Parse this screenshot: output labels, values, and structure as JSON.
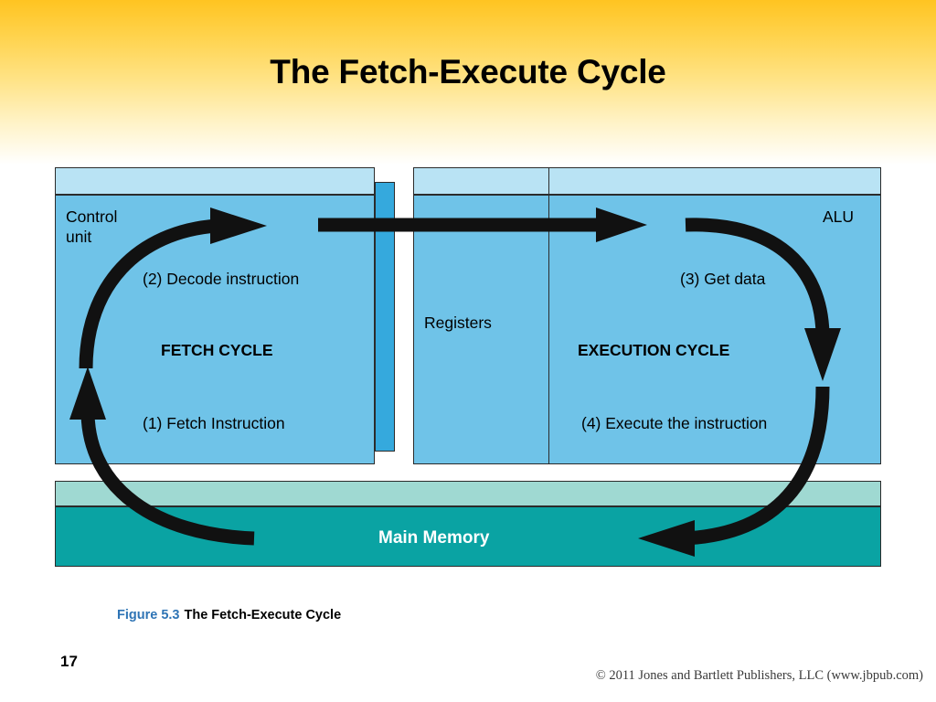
{
  "slide": {
    "title": "The Fetch-Execute Cycle",
    "page_number": "17",
    "copyright": "© 2011 Jones and Bartlett Publishers, LLC (www.jbpub.com)",
    "caption": {
      "figure_number": "Figure 5.3",
      "figure_text": "The Fetch-Execute Cycle"
    }
  },
  "diagram": {
    "labels": {
      "control_unit_line1": "Control",
      "control_unit_line2": "unit",
      "alu": "ALU",
      "registers": "Registers",
      "fetch_cycle": "FETCH CYCLE",
      "execution_cycle": "EXECUTION CYCLE",
      "step1": "(1) Fetch Instruction",
      "step2": "(2) Decode instruction",
      "step3": "(3) Get data",
      "step4": "(4) Execute the instruction",
      "main_memory": "Main Memory"
    },
    "colors": {
      "cpu_front": "#6fc3e8",
      "cpu_top": "#b9e3f4",
      "cpu_side": "#35a9dd",
      "memory_front": "#0aa3a3",
      "memory_top": "#9fd9d2",
      "arrow": "#111111",
      "title_bg_top": "#ffc421"
    }
  }
}
